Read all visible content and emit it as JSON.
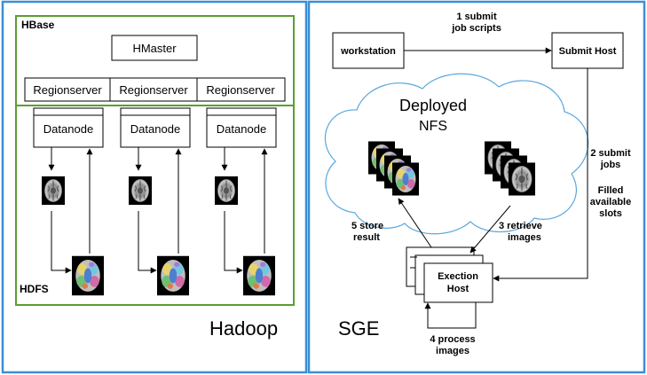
{
  "hadoop": {
    "title": "Hadoop",
    "hbase_label": "HBase",
    "hmaster_label": "HMaster",
    "regionservers": [
      "Regionserver",
      "Regionserver",
      "Regionserver"
    ],
    "datanodes": [
      "Datanode",
      "Datanode",
      "Datanode"
    ],
    "hdfs_label": "HDFS"
  },
  "sge": {
    "title": "SGE",
    "workstation_label": "workstation",
    "submit_host_label": "Submit Host",
    "cloud_title": "Deployed",
    "cloud_subtitle": "NFS",
    "execution_host_label": [
      "Exection",
      "Host"
    ],
    "step1": [
      "1 submit",
      "job scripts"
    ],
    "step2": [
      "2 submit",
      "jobs"
    ],
    "slots_note": [
      "Filled",
      "available",
      "slots"
    ],
    "step3": [
      "3 retrieve",
      "images"
    ],
    "step4": [
      "4 process",
      "images"
    ],
    "step5": [
      "5 store",
      "result"
    ]
  },
  "colors": {
    "hadoop_border": "#5a9e2f",
    "sge_border": "#3a8fd6",
    "cloud_border": "#5aa7dd"
  }
}
